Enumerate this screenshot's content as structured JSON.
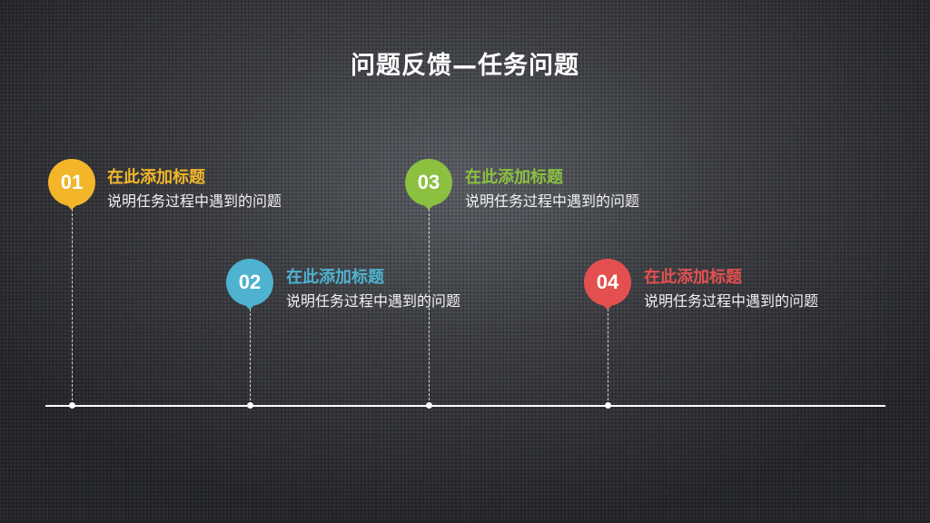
{
  "slide": {
    "title": "问题反馈—任务问题"
  },
  "items": [
    {
      "number": "01",
      "heading": "在此添加标题",
      "description": "说明任务过程中遇到的问题",
      "color": "#f3b62a"
    },
    {
      "number": "02",
      "heading": "在此添加标题",
      "description": "说明任务过程中遇到的问题",
      "color": "#4fb2d0"
    },
    {
      "number": "03",
      "heading": "在此添加标题",
      "description": "说明任务过程中遇到的问题",
      "color": "#8cc040"
    },
    {
      "number": "04",
      "heading": "在此添加标题",
      "description": "说明任务过程中遇到的问题",
      "color": "#e45050"
    }
  ]
}
